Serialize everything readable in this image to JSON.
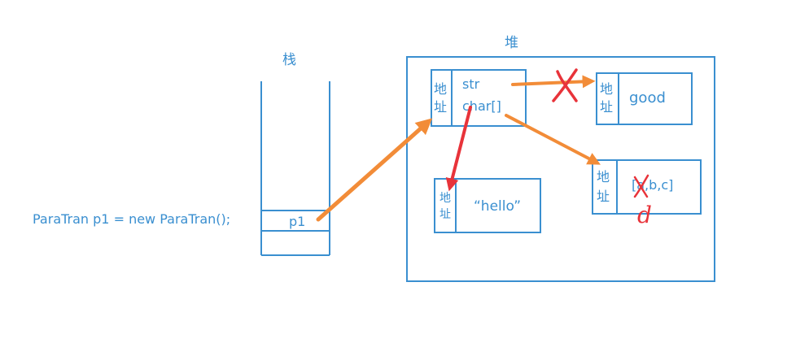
{
  "labels": {
    "stack": "栈",
    "heap": "堆",
    "code": "ParaTran p1 = new ParaTran();",
    "p1": "p1"
  },
  "objects": {
    "paratran": {
      "addr": "地址",
      "field1": "str",
      "field2": "char[]"
    },
    "good": {
      "addr": "地址",
      "value": "good"
    },
    "hello": {
      "addr": "地址",
      "value": "“hello”"
    },
    "char_array": {
      "addr": "地址",
      "value": "[a,b,c]"
    }
  },
  "annotations": {
    "replacement_letter": "d"
  },
  "colors": {
    "blue": "#3a8fd0",
    "orange": "#f28c38",
    "red": "#e8333a"
  }
}
